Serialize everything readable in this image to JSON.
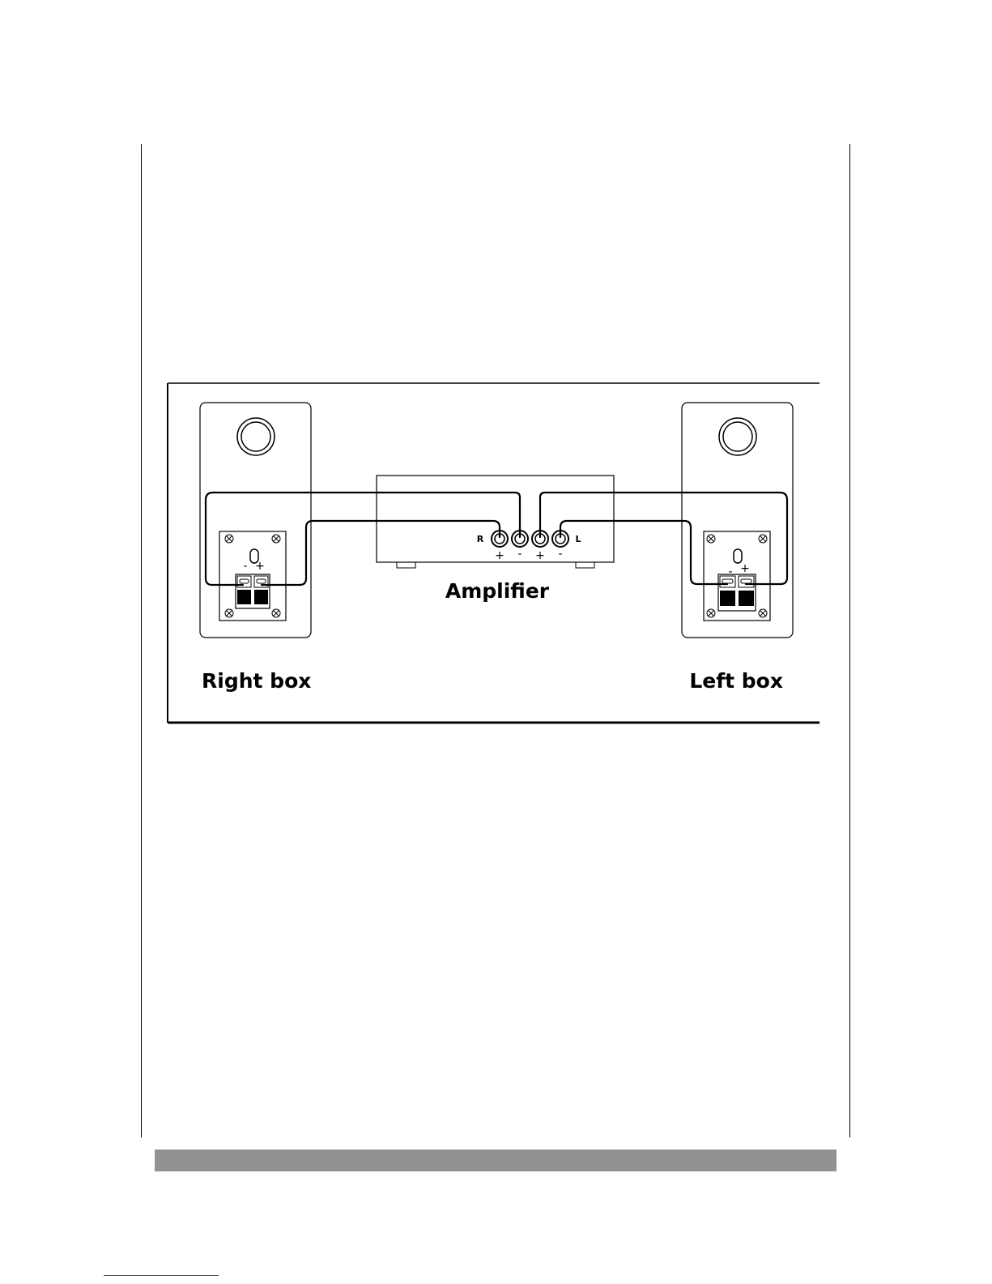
{
  "colors": {
    "footer_bar": "#929295",
    "footnote_rule": "#3f48cc",
    "ink": "#000000"
  },
  "diagram": {
    "amplifier_label": "Amplifier",
    "right_box_label": "Right box",
    "left_box_label": "Left box",
    "amp_channel_right": "R",
    "amp_channel_left": "L",
    "amp_terminal_polarities": [
      "+",
      "-",
      "+",
      "-"
    ],
    "speaker_terminal_minus": "-",
    "speaker_terminal_plus": "+"
  }
}
